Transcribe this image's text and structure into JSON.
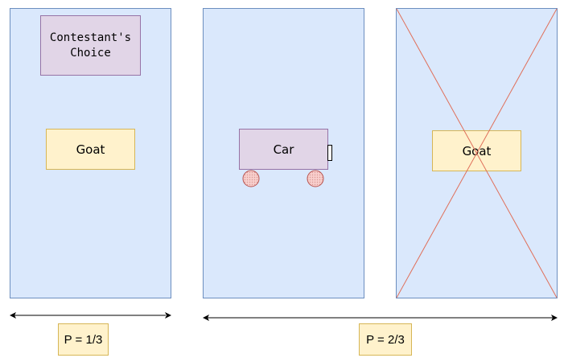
{
  "doors": [
    {
      "content": "Goat",
      "label": "Contestant's\nChoice"
    },
    {
      "content": "Car"
    },
    {
      "content": "Goat",
      "eliminated": true
    }
  ],
  "probabilities": {
    "left": "P = 1/3",
    "right": "P = 2/3"
  },
  "colors": {
    "door_fill": "#dae8fc",
    "door_stroke": "#6c8ebf",
    "purple_fill": "#e1d5e7",
    "purple_stroke": "#9673a6",
    "yellow_fill": "#fff2cc",
    "yellow_stroke": "#d6b656",
    "wheel_fill": "#f8cecc",
    "wheel_stroke": "#b85450",
    "cross": "#e0705a"
  }
}
